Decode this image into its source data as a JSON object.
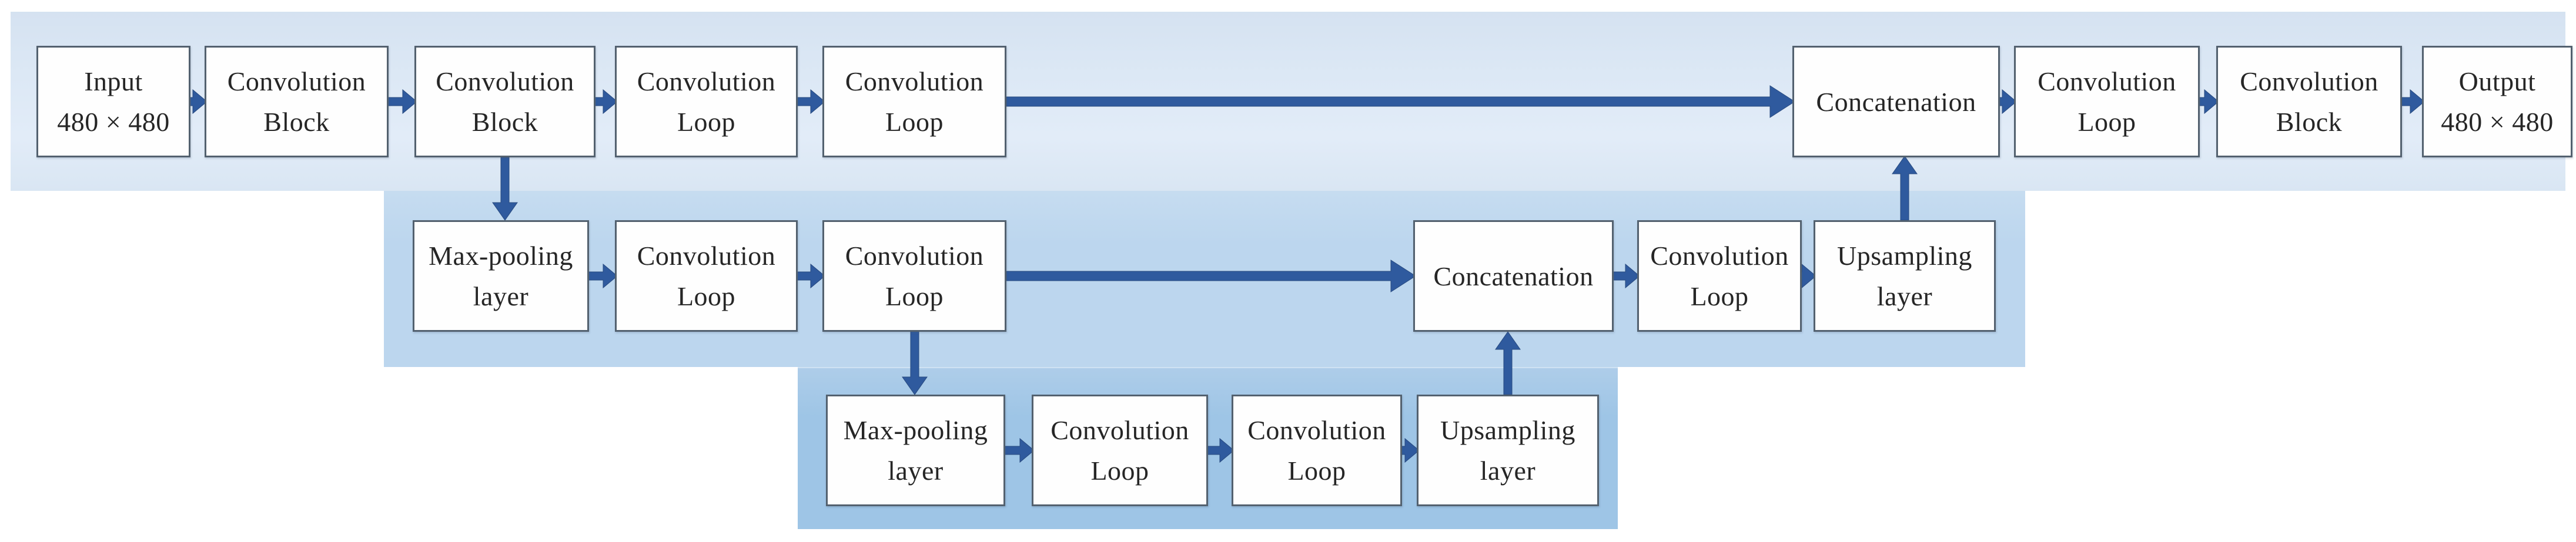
{
  "diagram": {
    "kind": "neural-network-architecture-flowchart",
    "colors": {
      "page_bg": "#ffffff",
      "band_level1": "#dce8f5",
      "band_level2": "#bcd6ee",
      "band_level3": "#9ec5e6",
      "arrow": "#2f5a9e",
      "box_fill": "#fefefe",
      "box_border": "#53616f",
      "text": "#262626"
    },
    "rows": {
      "top": [
        {
          "id": "input",
          "label": "Input\n480 × 480"
        },
        {
          "id": "conv-block-1",
          "label": "Convolution\nBlock"
        },
        {
          "id": "conv-block-2",
          "label": "Convolution\nBlock"
        },
        {
          "id": "conv-loop-1",
          "label": "Convolution\nLoop"
        },
        {
          "id": "conv-loop-2",
          "label": "Convolution\nLoop"
        },
        {
          "id": "concatenation-1",
          "label": "Concatenation"
        },
        {
          "id": "conv-loop-3",
          "label": "Convolution\nLoop"
        },
        {
          "id": "conv-block-3",
          "label": "Convolution\nBlock"
        },
        {
          "id": "output",
          "label": "Output\n480 × 480"
        }
      ],
      "middle": [
        {
          "id": "max-pooling-1",
          "label": "Max-pooling\nlayer"
        },
        {
          "id": "conv-loop-4",
          "label": "Convolution\nLoop"
        },
        {
          "id": "conv-loop-5",
          "label": "Convolution\nLoop"
        },
        {
          "id": "concatenation-2",
          "label": "Concatenation"
        },
        {
          "id": "conv-loop-6",
          "label": "Convolution\nLoop"
        },
        {
          "id": "upsampling-1",
          "label": "Upsampling\nlayer"
        }
      ],
      "bottom": [
        {
          "id": "max-pooling-2",
          "label": "Max-pooling\nlayer"
        },
        {
          "id": "conv-loop-7",
          "label": "Convolution\nLoop"
        },
        {
          "id": "conv-loop-8",
          "label": "Convolution\nLoop"
        },
        {
          "id": "upsampling-2",
          "label": "Upsampling\nlayer"
        }
      ]
    },
    "connections": [
      {
        "from": "input",
        "to": "conv-block-1"
      },
      {
        "from": "conv-block-1",
        "to": "conv-block-2"
      },
      {
        "from": "conv-block-2",
        "to": "conv-loop-1"
      },
      {
        "from": "conv-loop-1",
        "to": "conv-loop-2"
      },
      {
        "from": "conv-loop-2",
        "to": "concatenation-1"
      },
      {
        "from": "concatenation-1",
        "to": "conv-loop-3"
      },
      {
        "from": "conv-loop-3",
        "to": "conv-block-3"
      },
      {
        "from": "conv-block-3",
        "to": "output"
      },
      {
        "from": "conv-block-2",
        "to": "max-pooling-1"
      },
      {
        "from": "max-pooling-1",
        "to": "conv-loop-4"
      },
      {
        "from": "conv-loop-4",
        "to": "conv-loop-5"
      },
      {
        "from": "conv-loop-5",
        "to": "concatenation-2"
      },
      {
        "from": "concatenation-2",
        "to": "conv-loop-6"
      },
      {
        "from": "conv-loop-6",
        "to": "upsampling-1"
      },
      {
        "from": "upsampling-1",
        "to": "concatenation-1"
      },
      {
        "from": "conv-loop-5",
        "to": "max-pooling-2"
      },
      {
        "from": "max-pooling-2",
        "to": "conv-loop-7"
      },
      {
        "from": "conv-loop-7",
        "to": "conv-loop-8"
      },
      {
        "from": "conv-loop-8",
        "to": "upsampling-2"
      },
      {
        "from": "upsampling-2",
        "to": "concatenation-2"
      }
    ]
  }
}
